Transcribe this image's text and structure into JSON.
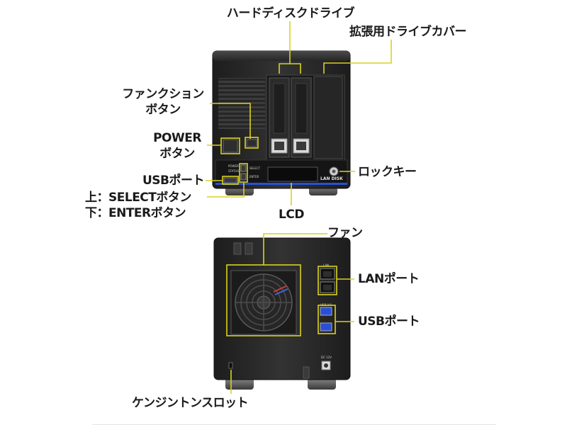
{
  "labels": {
    "hdd": "ハードディスクドライブ",
    "expansion_cover": "拡張用ドライブカバー",
    "function_button_line1": "ファンクション",
    "function_button_line2": "ボタン",
    "power_button_line1": "POWER",
    "power_button_line2": "ボタン",
    "usb_port_front": "USBポート",
    "select_enter_line1": "上：SELECTボタン",
    "select_enter_line2": "下：ENTERボタン",
    "lock_key": "ロックキー",
    "lcd": "LCD",
    "fan": "ファン",
    "lan_port": "LANポート",
    "usb_port_rear": "USBポート",
    "kensington_slot": "ケンジントンスロット"
  },
  "device": {
    "brand": "LAN DISK",
    "front_small_labels": [
      "POWER",
      "STATUS",
      "SELECT",
      "ENTER"
    ],
    "rear_small_labels": [
      "LAN",
      "USB 3.0",
      "DC 12V"
    ]
  },
  "colors": {
    "leader": "#d9d21e",
    "body_dark": "#2a2a2a",
    "accent_blue": "#2a4fd6"
  }
}
